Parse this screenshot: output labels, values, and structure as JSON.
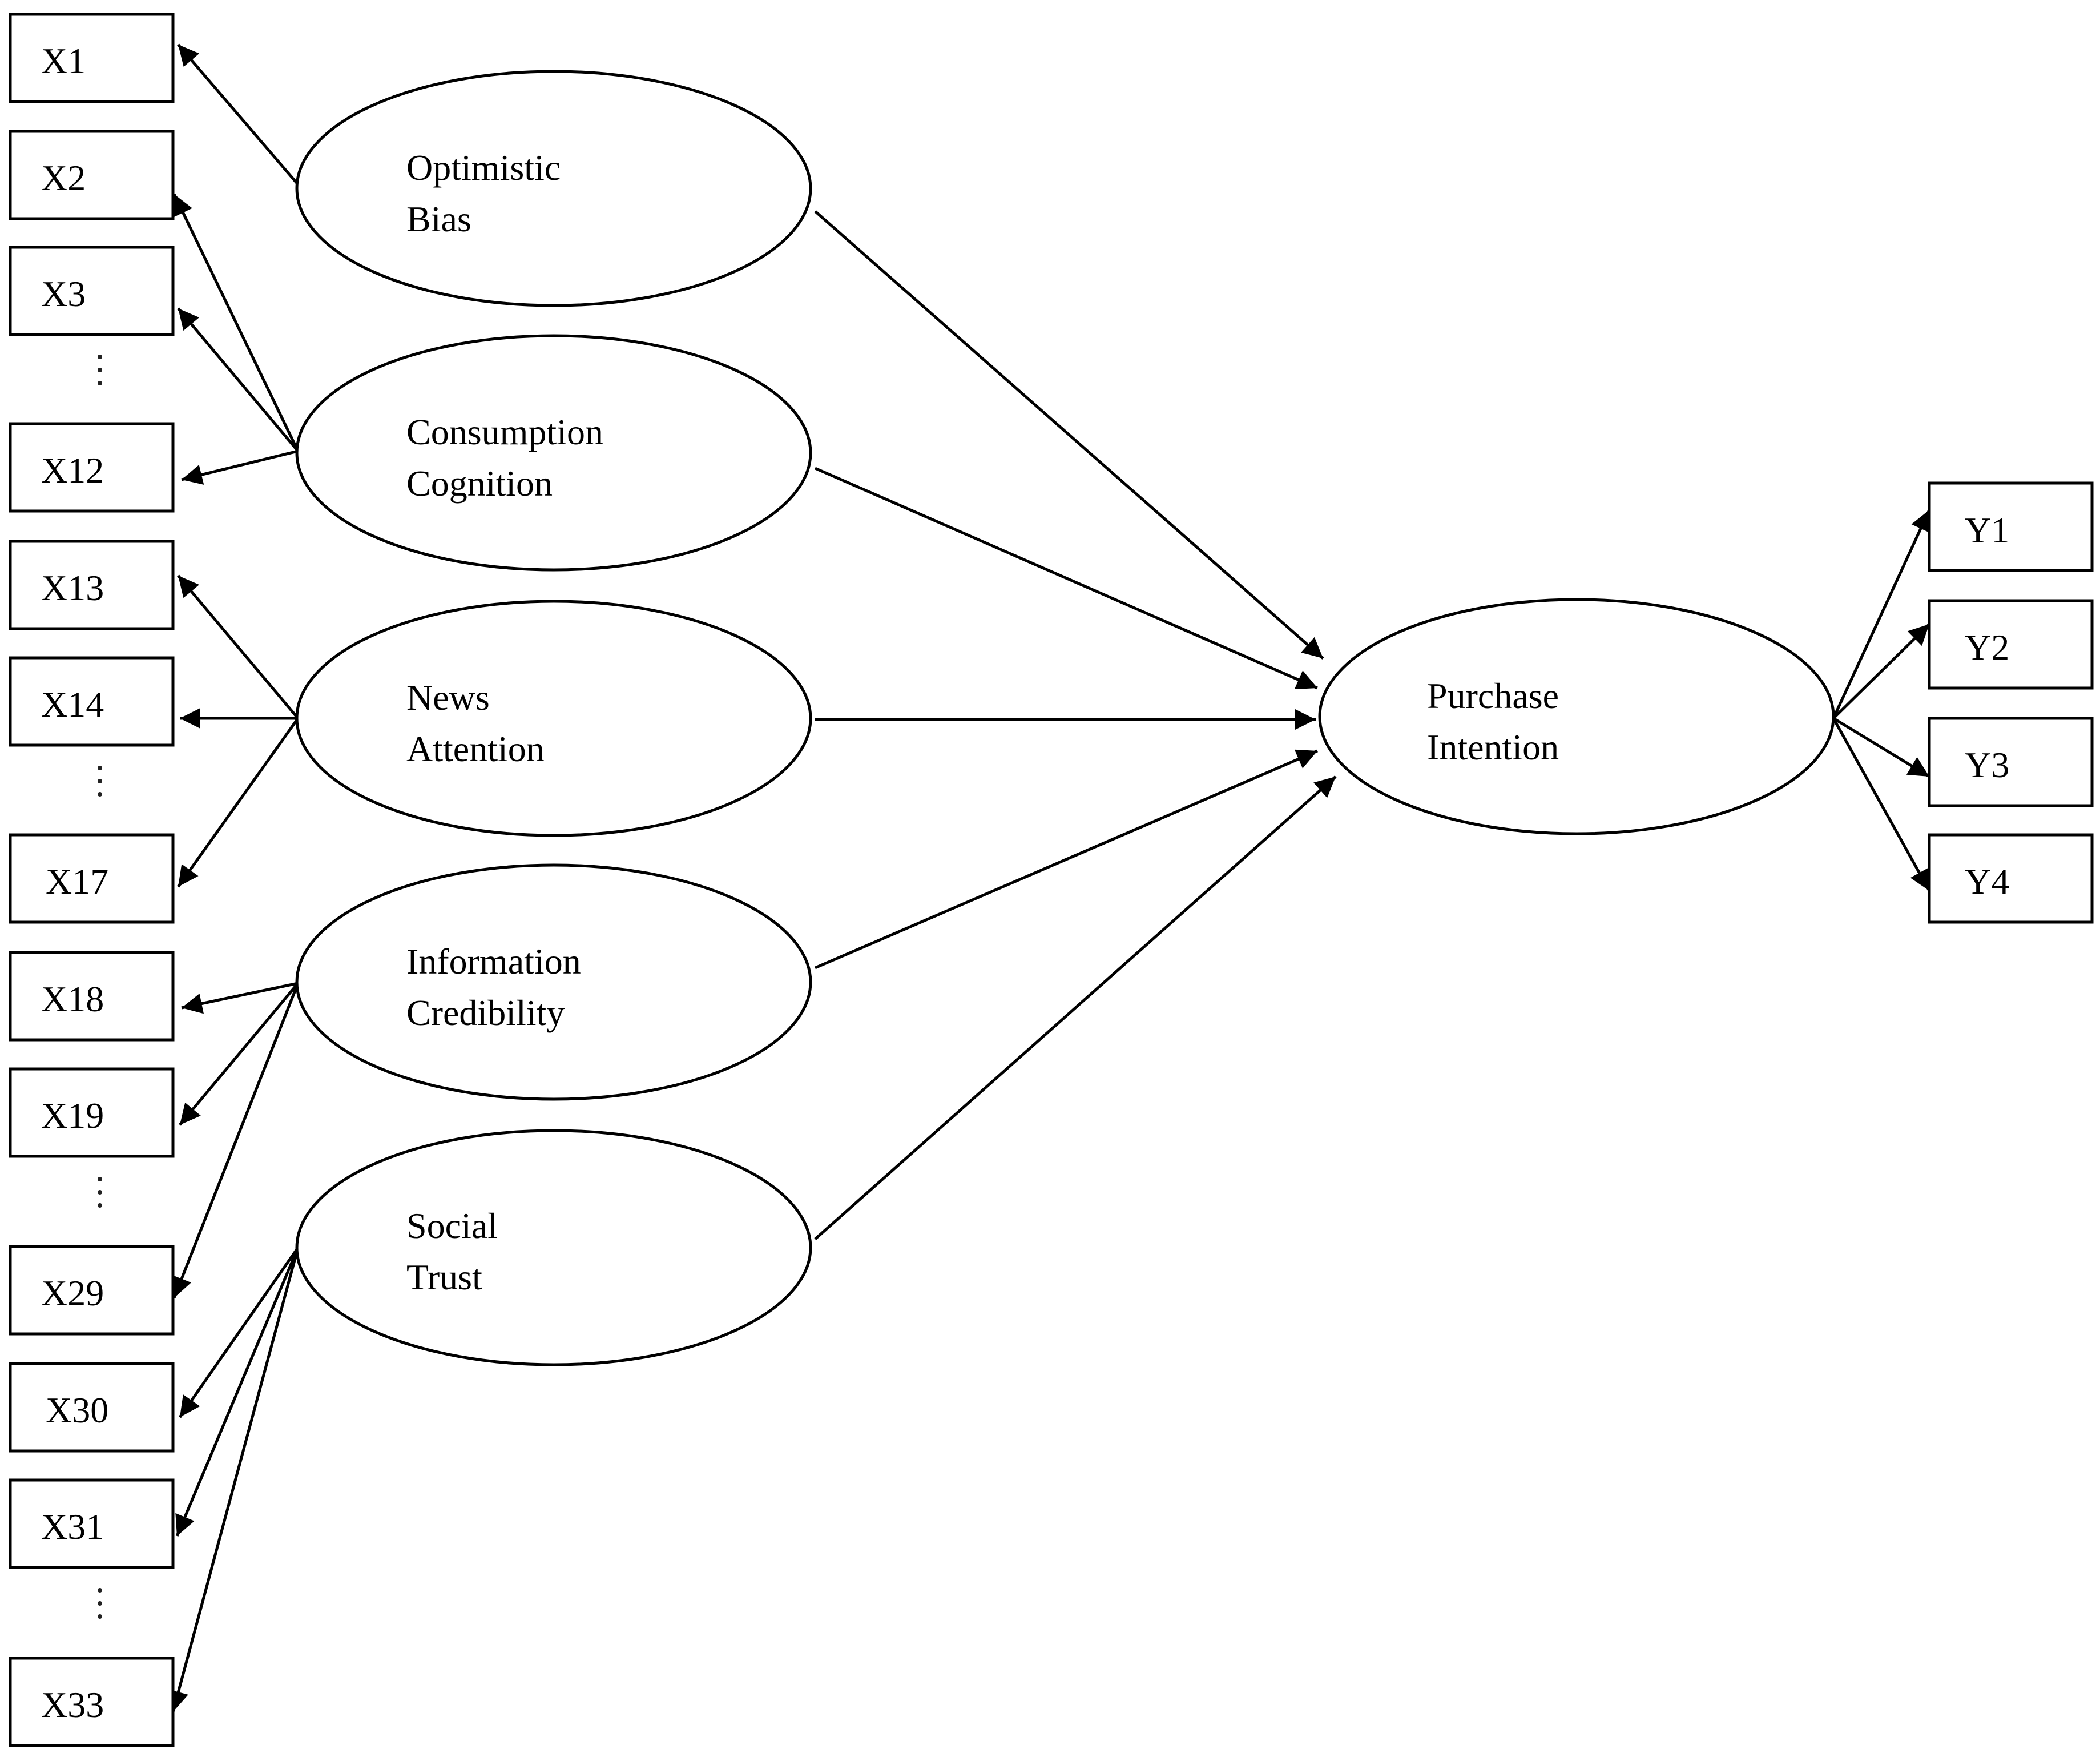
{
  "diagram": {
    "latent_constructs": [
      {
        "id": "optimistic_bias",
        "label_line1": "Optimistic",
        "label_line2": "Bias"
      },
      {
        "id": "consumption_cognition",
        "label_line1": "Consumption",
        "label_line2": "Cognition"
      },
      {
        "id": "news_attention",
        "label_line1": "News",
        "label_line2": "Attention"
      },
      {
        "id": "information_credibility",
        "label_line1": "Information",
        "label_line2": "Credibility"
      },
      {
        "id": "social_trust",
        "label_line1": "Social",
        "label_line2": "Trust"
      },
      {
        "id": "purchase_intention",
        "label_line1": "Purchase",
        "label_line2": "Intention"
      }
    ],
    "observed_indicators": {
      "x_items": [
        "X1",
        "X2",
        "X3",
        "X12",
        "X13",
        "X14",
        "X17",
        "X18",
        "X19",
        "X29",
        "X30",
        "X31",
        "X33"
      ],
      "y_items": [
        "Y1",
        "Y2",
        "Y3",
        "Y4"
      ]
    },
    "indicator_links": {
      "optimistic_bias": [
        "X1"
      ],
      "consumption_cognition": [
        "X2",
        "X3",
        "X12"
      ],
      "news_attention": [
        "X13",
        "X14",
        "X17"
      ],
      "information_credibility": [
        "X18",
        "X19",
        "X29"
      ],
      "social_trust": [
        "X30",
        "X31",
        "X33"
      ],
      "purchase_intention": [
        "Y1",
        "Y2",
        "Y3",
        "Y4"
      ]
    },
    "structural_paths": [
      {
        "from": "optimistic_bias",
        "to": "purchase_intention"
      },
      {
        "from": "consumption_cognition",
        "to": "purchase_intention"
      },
      {
        "from": "news_attention",
        "to": "purchase_intention"
      },
      {
        "from": "information_credibility",
        "to": "purchase_intention"
      },
      {
        "from": "social_trust",
        "to": "purchase_intention"
      }
    ],
    "colors": {
      "stroke": "#000000",
      "background": "#ffffff",
      "text": "#000000"
    }
  }
}
